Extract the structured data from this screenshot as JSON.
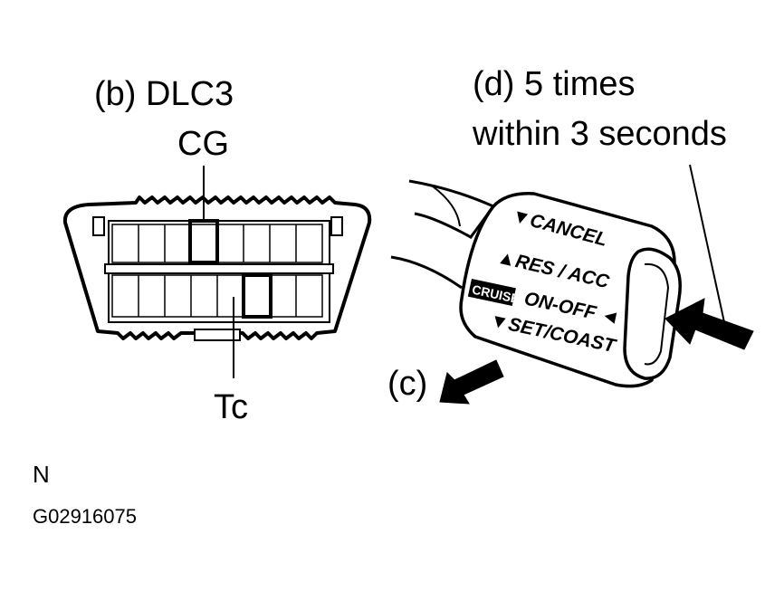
{
  "dlc3": {
    "label": "(b) DLC3",
    "cg_label": "CG",
    "tc_label": "Tc"
  },
  "switch": {
    "step_c": "(c)",
    "step_d_line1": "(d) 5 times",
    "step_d_line2": "within 3 seconds",
    "cancel": "▼CANCEL",
    "res_acc": "▲RES / ACC",
    "cruise_badge": "CRUISE",
    "on_off": "ON-OFF ◄",
    "set_coast": "▼SET/COAST"
  },
  "footer": {
    "code_letter": "N",
    "figure_id": "G02916075"
  }
}
